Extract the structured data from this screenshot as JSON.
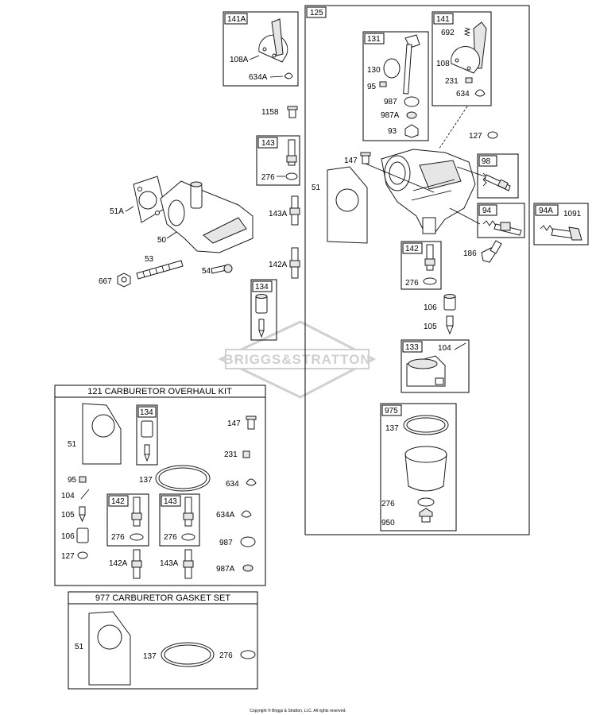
{
  "watermark": "BRIGGS&STRATTON",
  "copyright": "Copyright © Briggs & Stratton, LLC. All rights reserved.",
  "kits": {
    "overhaul": "121 CARBURETOR OVERHAUL KIT",
    "gasket": "977 CARBURETOR GASKET SET"
  },
  "labels": {
    "p141A": "141A",
    "p108A": "108A",
    "p634A": "634A",
    "p1158": "1158",
    "p143": "143",
    "p276": "276",
    "p143A": "143A",
    "p142A": "142A",
    "p134": "134",
    "p51A": "51A",
    "p50": "50",
    "p53": "53",
    "p54": "54",
    "p667": "667",
    "p125": "125",
    "p131": "131",
    "p130": "130",
    "p95": "95",
    "p987": "987",
    "p987A": "987A",
    "p93": "93",
    "p141": "141",
    "p692": "692",
    "p108": "108",
    "p231": "231",
    "p634": "634",
    "p127": "127",
    "p147": "147",
    "p51": "51",
    "p98": "98",
    "p94": "94",
    "p94A": "94A",
    "p1091": "1091",
    "p142": "142",
    "p186": "186",
    "p106": "106",
    "p105": "105",
    "p133": "133",
    "p104": "104",
    "p975": "975",
    "p137": "137",
    "p950": "950"
  }
}
